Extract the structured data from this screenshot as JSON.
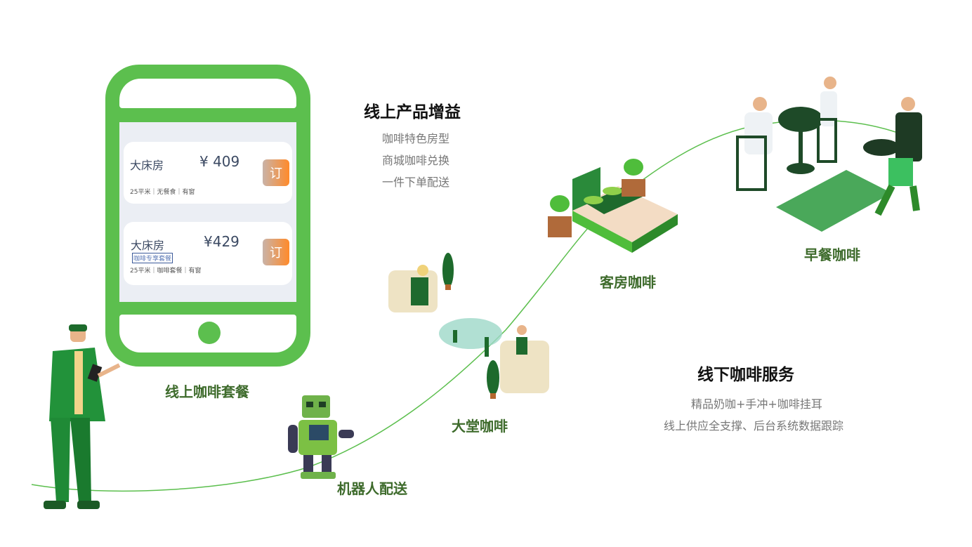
{
  "online": {
    "heading": "线上产品增益",
    "items": [
      "咖啡特色房型",
      "商城咖啡兑换",
      "一件下单配送"
    ]
  },
  "phone": {
    "cards": [
      {
        "room": "大床房",
        "price": "¥ 409",
        "tag": null,
        "meta": "25平米｜无餐食｜有窗",
        "book": "订"
      },
      {
        "room": "大床房",
        "price": "¥429",
        "tag": "咖啡专享套餐",
        "meta": "25平米｜咖啡套餐｜有窗",
        "book": "订"
      }
    ]
  },
  "labels": {
    "online_package": "线上咖啡套餐",
    "robot": "机器人配送",
    "lobby": "大堂咖啡",
    "room": "客房咖啡",
    "breakfast": "早餐咖啡"
  },
  "offline": {
    "heading": "线下咖啡服务",
    "items": [
      "精品奶咖+手冲+咖啡挂耳",
      "线上供应全支撑、后台系统数据跟踪"
    ]
  },
  "colors": {
    "accent": "#5cbf4e",
    "label": "#3e6b2c",
    "book": "#ff8a2a"
  }
}
